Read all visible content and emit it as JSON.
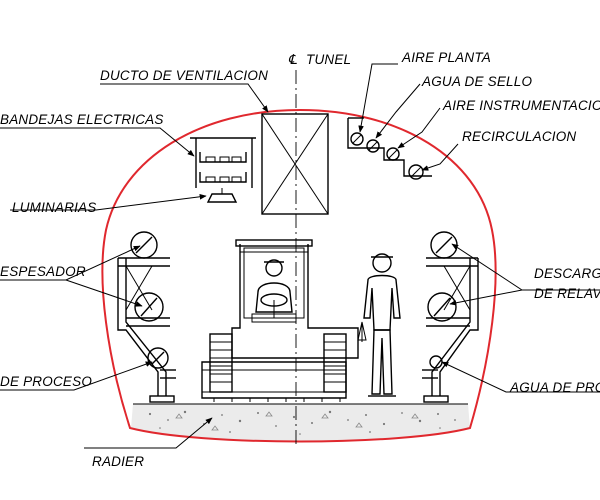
{
  "labels": {
    "centerline_symbol": "℄",
    "tunel": "TUNEL",
    "aire_planta": "AIRE PLANTA",
    "agua_de_sello": "AGUA DE SELLO",
    "aire_instrumentacion": "AIRE INSTRUMENTACION",
    "recirculacion": "RECIRCULACION",
    "ducto_de_ventilacion": "DUCTO DE VENTILACION",
    "bandejas_electricas": "BANDEJAS ELECTRICAS",
    "luminarias": "LUMINARIAS",
    "espesador": "ESPESADOR",
    "de_proceso": "DE PROCESO",
    "descarga_line1": "DESCARGA",
    "descarga_line2": "DE RELAVES",
    "agua_de_proceso": "AGUA DE PROCESO",
    "radier": "RADIER"
  },
  "colors": {
    "tunnel_outline": "#e0282e",
    "linework": "#000000",
    "floor_fill": "#ebebeb"
  }
}
